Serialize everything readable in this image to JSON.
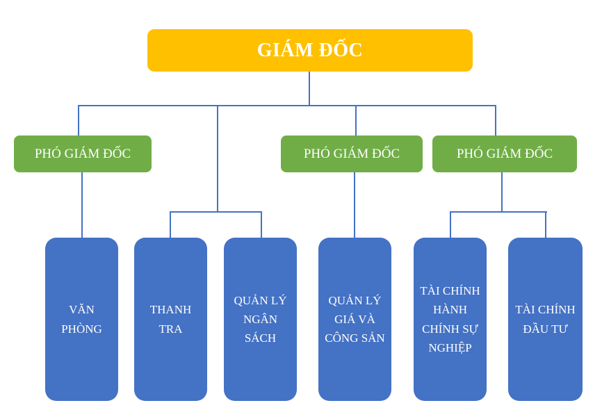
{
  "org_chart": {
    "colors": {
      "root_fill": "#FFC000",
      "deputy_fill": "#70AD47",
      "department_fill": "#4472C4",
      "connector": "#4472C4",
      "text": "#FFFFFF",
      "background": "#FFFFFF"
    },
    "root": {
      "label": "GIÁM ĐỐC"
    },
    "deputies": [
      {
        "label": "PHÓ GIÁM ĐỐC"
      },
      {
        "label": "PHÓ GIÁM ĐỐC"
      },
      {
        "label": "PHÓ GIÁM ĐỐC"
      }
    ],
    "departments": [
      {
        "label": "VĂN PHÒNG"
      },
      {
        "label": "THANH TRA"
      },
      {
        "label": "QUẢN LÝ NGÂN SÁCH"
      },
      {
        "label": "QUẢN LÝ GIÁ VÀ CÔNG SẢN"
      },
      {
        "label": "TÀI CHÍNH HÀNH CHÍNH SỰ NGHIỆP"
      },
      {
        "label": "TÀI CHÍNH ĐẦU TƯ"
      }
    ]
  }
}
